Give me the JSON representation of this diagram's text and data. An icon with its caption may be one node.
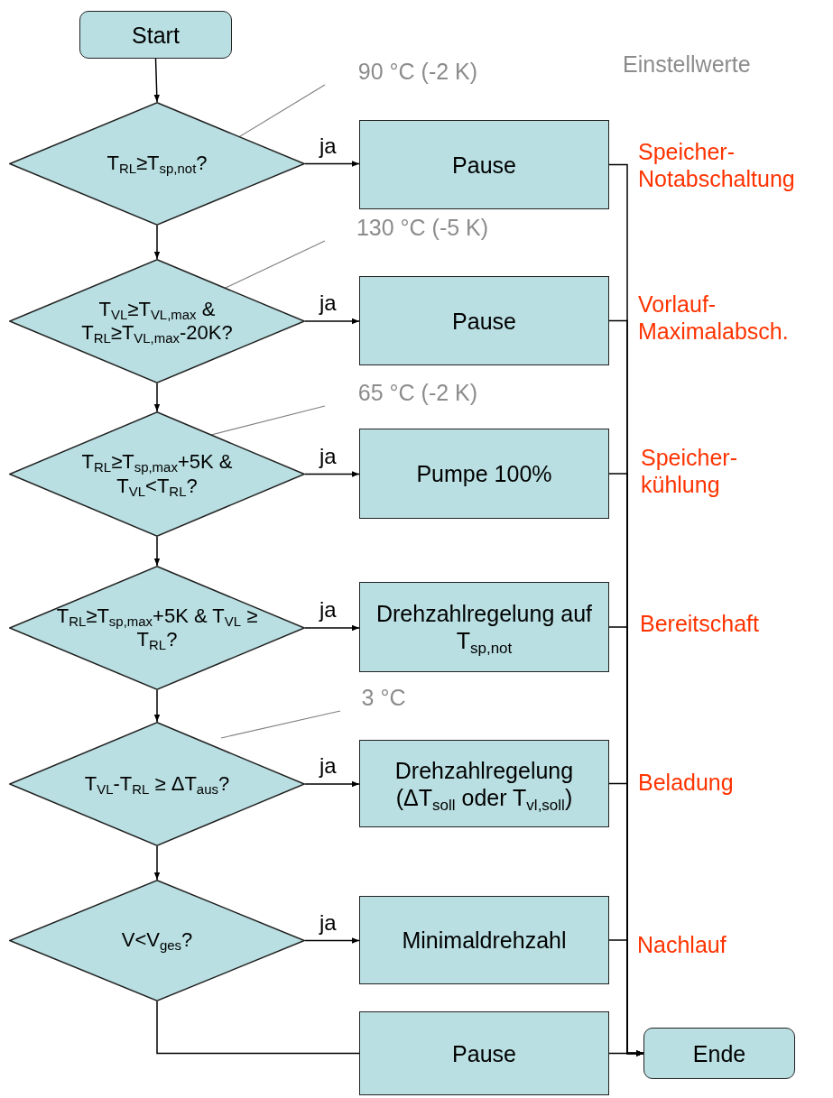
{
  "diagram": {
    "nodes": [
      {
        "text": [
          "Start"
        ]
      },
      {
        "text": [
          "T$_{RL}$≥T$_{sp,not}$?"
        ]
      },
      {
        "text": [
          "Pause"
        ]
      },
      {
        "text": [
          "T$_{VL}$≥T$_{VL,max}$ & T$_{RL}$≥T$_{VL,max}$-20K?"
        ]
      },
      {
        "text": [
          "Pause"
        ]
      },
      {
        "text": [
          "T$_{RL}$≥T$_{sp,max}$+5K & T$_{VL}$<T$_{RL}$?"
        ]
      },
      {
        "text": [
          "Pumpe 100%"
        ]
      },
      {
        "text": [
          "T$_{RL}$≥T$_{sp,max}$+5K & T$_{VL}$ ≥ T$_{RL}$?"
        ]
      },
      {
        "text": [
          "Drehzahlregelung auf T$_{sp,not}$"
        ]
      },
      {
        "text": [
          "T$_{VL}$-T$_{RL}$ ≥ ΔT$_{aus}$?"
        ]
      },
      {
        "text": [
          "Drehzahlregelung (ΔT$_{soll}$ oder T$_{vl,soll}$)"
        ]
      },
      {
        "text": [
          "V<V$_{ges}$?"
        ]
      },
      {
        "text": [
          "Minimaldrehzahl"
        ]
      },
      {
        "text": [
          "Pause"
        ]
      },
      {
        "text": [
          "Ende"
        ]
      },
      {
        "text": [
          "90 °C (-2 K)"
        ]
      },
      {
        "text": [
          "130 °C (-5 K)"
        ]
      },
      {
        "text": [
          "65 °C (-2 K)"
        ]
      },
      {
        "text": [
          "3 °C"
        ]
      }
    ],
    "edges": [
      {
        "from": 0,
        "to": 1,
        "arrow": "to"
      },
      {
        "from": 1,
        "to": 2,
        "arrow": "to",
        "label": "ja"
      },
      {
        "from": 1,
        "to": 3,
        "arrow": "to"
      },
      {
        "from": 3,
        "to": 4,
        "arrow": "to",
        "label": "ja"
      },
      {
        "from": 3,
        "to": 5,
        "arrow": "to"
      },
      {
        "from": 5,
        "to": 6,
        "arrow": "to",
        "label": "ja"
      },
      {
        "from": 5,
        "to": 7,
        "arrow": "to"
      },
      {
        "from": 7,
        "to": 8,
        "arrow": "to",
        "label": "ja"
      },
      {
        "from": 7,
        "to": 9,
        "arrow": "to"
      },
      {
        "from": 9,
        "to": 10,
        "arrow": "to",
        "label": "ja"
      },
      {
        "from": 9,
        "to": 11,
        "arrow": "to"
      },
      {
        "from": 11,
        "to": 12,
        "arrow": "to",
        "label": "ja"
      },
      {
        "from": 11,
        "to": 13,
        "arrow": "none"
      },
      {
        "from": 2,
        "to": 14,
        "arrow": "to"
      },
      {
        "from": 4,
        "to": 14,
        "arrow": "to"
      },
      {
        "from": 6,
        "to": 14,
        "arrow": "to"
      },
      {
        "from": 8,
        "to": 14,
        "arrow": "to"
      },
      {
        "from": 10,
        "to": 14,
        "arrow": "to"
      },
      {
        "from": 12,
        "to": 14,
        "arrow": "to"
      },
      {
        "from": 13,
        "to": 14,
        "arrow": "to"
      },
      {
        "from": 15,
        "to": 1,
        "arrow": "none",
        "color": "#808080"
      },
      {
        "from": 16,
        "to": 3,
        "arrow": "none",
        "color": "#808080"
      },
      {
        "from": 17,
        "to": 5,
        "arrow": "none",
        "color": "#808080"
      },
      {
        "from": 18,
        "to": 9,
        "arrow": "none",
        "color": "#808080"
      }
    ],
    "labels": [
      "Einstellwerte",
      "Speicher- Notabschaltung",
      "Vorlauf- Maximalabsch.",
      "Speicher- kühlung",
      "Bereitschaft",
      "Beladung",
      "Nachlauf"
    ]
  }
}
